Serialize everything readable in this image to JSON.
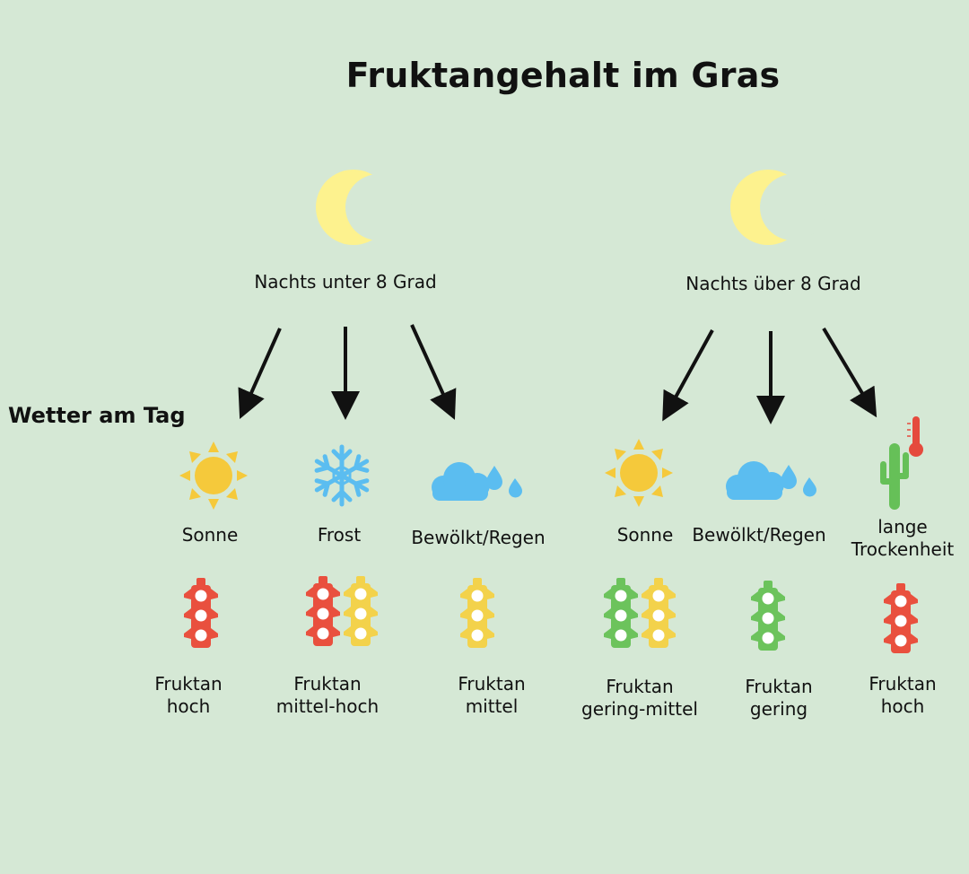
{
  "title": "Fruktangehalt im Gras",
  "section_label": "Wetter am Tag",
  "colors": {
    "background": "#d5e8d5",
    "moon": "#fdf28e",
    "sun": "#f5c93b",
    "snowflake": "#5bbdf0",
    "cloud": "#5bbdf0",
    "cactus": "#66c058",
    "thermometer": "#e54a3d",
    "light_red": "#e9503e",
    "light_yellow": "#f3d24b",
    "light_green": "#6cc35c"
  },
  "nights": [
    {
      "label": "Nachts unter 8 Grad",
      "icon": "moon-icon"
    },
    {
      "label": "Nachts über 8 Grad",
      "icon": "moon-icon"
    }
  ],
  "weather": [
    {
      "label": "Sonne",
      "icon": "sun-icon",
      "lights": [
        "red"
      ],
      "result": [
        "Fruktan",
        "hoch"
      ]
    },
    {
      "label": "Frost",
      "icon": "snowflake-icon",
      "lights": [
        "red",
        "yellow"
      ],
      "result": [
        "Fruktan",
        "mittel-hoch"
      ]
    },
    {
      "label": "Bewölkt/Regen",
      "icon": "cloud-rain-icon",
      "lights": [
        "yellow"
      ],
      "result": [
        "Fruktan",
        "mittel"
      ]
    },
    {
      "label": "Sonne",
      "icon": "sun-icon",
      "lights": [
        "green",
        "yellow"
      ],
      "result": [
        "Fruktan",
        "gering-mittel"
      ]
    },
    {
      "label": "Bewölkt/Regen",
      "icon": "cloud-rain-icon",
      "lights": [
        "green"
      ],
      "result": [
        "Fruktan",
        "gering"
      ]
    },
    {
      "label": [
        "lange",
        "Trockenheit"
      ],
      "icon": "cactus-thermometer-icon",
      "lights": [
        "red"
      ],
      "result": [
        "Fruktan",
        "hoch"
      ]
    }
  ]
}
